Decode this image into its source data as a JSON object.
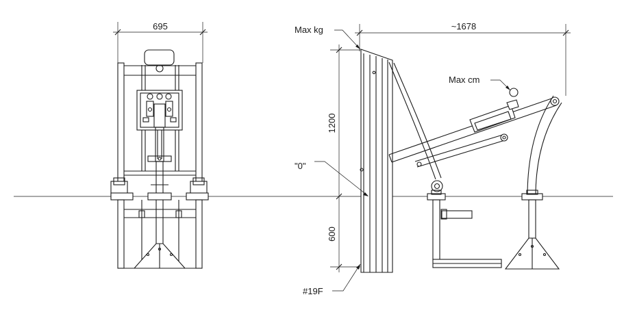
{
  "drawing": {
    "front_view": {
      "width_dimension": "695"
    },
    "side_view": {
      "length_dimension": "~1678",
      "height_above_ground": "1200",
      "depth_below_ground": "600",
      "callout_max_kg": "Max kg",
      "callout_max_cm": "Max cm",
      "callout_zero": "\"0\"",
      "callout_model": "#19F"
    }
  }
}
